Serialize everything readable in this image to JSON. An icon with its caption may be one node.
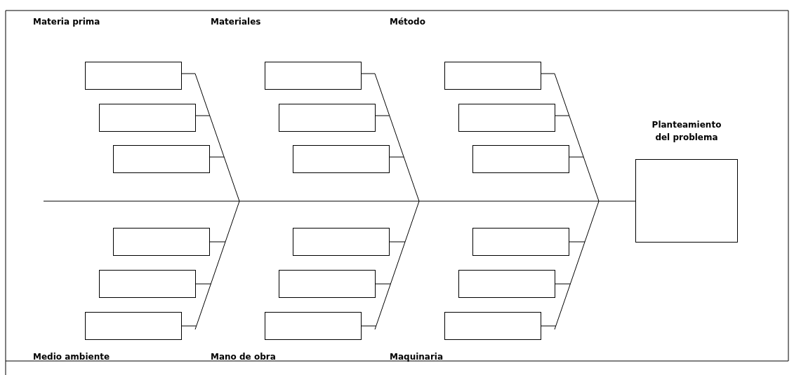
{
  "diagram": {
    "nodes": [
      {
        "text": [],
        "shape": "box"
      },
      {
        "text": [],
        "shape": "box"
      },
      {
        "text": [],
        "shape": "box"
      },
      {
        "text": [],
        "shape": "box"
      },
      {
        "text": [],
        "shape": "box"
      },
      {
        "text": [],
        "shape": "box"
      },
      {
        "text": [],
        "shape": "box"
      },
      {
        "text": [],
        "shape": "box"
      },
      {
        "text": [],
        "shape": "box"
      },
      {
        "text": [
          "Planteamiento del problema"
        ]
      },
      {
        "text": [],
        "shape": "box"
      },
      {
        "text": [],
        "shape": "box"
      },
      {
        "text": [],
        "shape": "box"
      },
      {
        "text": [],
        "shape": "box"
      },
      {
        "text": [],
        "shape": "box"
      },
      {
        "text": [],
        "shape": "box"
      },
      {
        "text": [],
        "shape": "box"
      },
      {
        "text": [],
        "shape": "box"
      },
      {
        "text": [],
        "shape": "box"
      }
    ],
    "edges": [
      {
        "from": 0,
        "to": null,
        "arrow": "none"
      },
      {
        "from": 1,
        "to": null,
        "arrow": "none"
      },
      {
        "from": 2,
        "to": null,
        "arrow": "none"
      },
      {
        "from": 3,
        "to": null,
        "arrow": "none"
      },
      {
        "from": 4,
        "to": null,
        "arrow": "none"
      },
      {
        "from": 5,
        "to": null,
        "arrow": "none"
      },
      {
        "from": 6,
        "to": null,
        "arrow": "none"
      },
      {
        "from": 7,
        "to": null,
        "arrow": "none"
      },
      {
        "from": 8,
        "to": null,
        "arrow": "none"
      },
      {
        "from": null,
        "to": 9,
        "arrow": "none"
      },
      {
        "from": 10,
        "to": null,
        "arrow": "none"
      },
      {
        "from": 11,
        "to": null,
        "arrow": "none"
      },
      {
        "from": 12,
        "to": null,
        "arrow": "none"
      },
      {
        "from": 13,
        "to": null,
        "arrow": "none"
      },
      {
        "from": 14,
        "to": null,
        "arrow": "none"
      },
      {
        "from": 15,
        "to": null,
        "arrow": "none"
      },
      {
        "from": 16,
        "to": null,
        "arrow": "none"
      },
      {
        "from": 17,
        "to": null,
        "arrow": "none"
      },
      {
        "from": 18,
        "to": null,
        "arrow": "none"
      }
    ],
    "labels": [
      "Materia prima",
      "Materiales",
      "Método",
      "Medio ambiente",
      "Mano de obra",
      "Maquinaria"
    ]
  }
}
